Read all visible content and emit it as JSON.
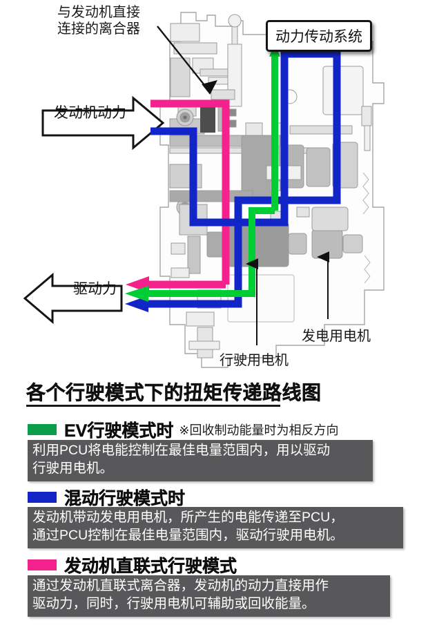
{
  "diagram": {
    "callouts": {
      "clutch": "与发动机直接\n连接的离合器",
      "powertrain_box": "动力传动系统",
      "engine_power_arrow": "发动机动力",
      "drive_force_arrow": "驱动力",
      "drive_motor": "行驶用电机",
      "generator_motor": "发电用电机"
    },
    "flow_colors": {
      "ev_green": "#00cc33",
      "hybrid_blue": "#1226c8",
      "engine_direct_pink": "#f5218c"
    }
  },
  "lower": {
    "section_title": "各个行驶模式下的扭矩传递路线图",
    "legend": [
      {
        "swatch_color": "#0a9d4a",
        "title": "EV行驶模式时",
        "note": "※回收制动能量时为相反方向",
        "description": "利用PCU将电能控制在最佳电量范围内，用以驱动\n行驶用电机。"
      },
      {
        "swatch_color": "#1226c8",
        "title": "混动行驶模式时",
        "note": "",
        "description": "发动机带动发电用电机，所产生的电能传递至PCU，\n通过PCU控制在最佳电量范围内，驱动行驶用电机。"
      },
      {
        "swatch_color": "#f5218c",
        "title": "发动机直联式行驶模式",
        "note": "",
        "description": "通过发动机直联式离合器，发动机的动力直接用作\n驱动力，同时，行驶用电机可辅助或回收能量。"
      }
    ]
  }
}
